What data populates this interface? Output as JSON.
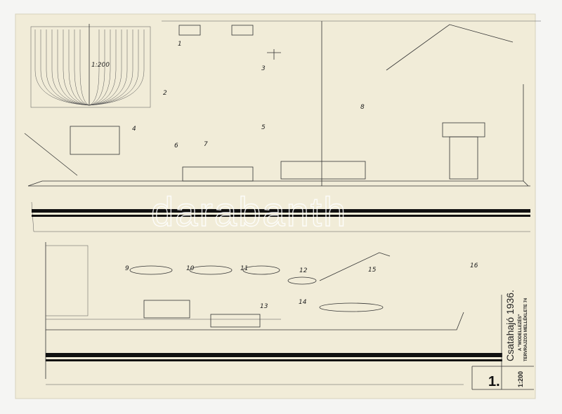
{
  "sheet": {
    "scale_body_plan": "1:200",
    "title": "Csatahajó 1936.",
    "subtitle_line1": "A \"MODELLEZÉS\"",
    "subtitle_line2": "TERVRAJZOS MELLÉKLETE 74",
    "scale": "1:200",
    "sheet_number": "1.",
    "watermark": "darabanth"
  },
  "detail_labels": [
    "1",
    "2",
    "3",
    "4",
    "5",
    "6",
    "7",
    "8",
    "9",
    "10",
    "11",
    "12",
    "13",
    "14",
    "15",
    "16"
  ],
  "colors": {
    "paper": "#f1ecd8",
    "ink": "#222222",
    "background": "#f5f5f3"
  }
}
